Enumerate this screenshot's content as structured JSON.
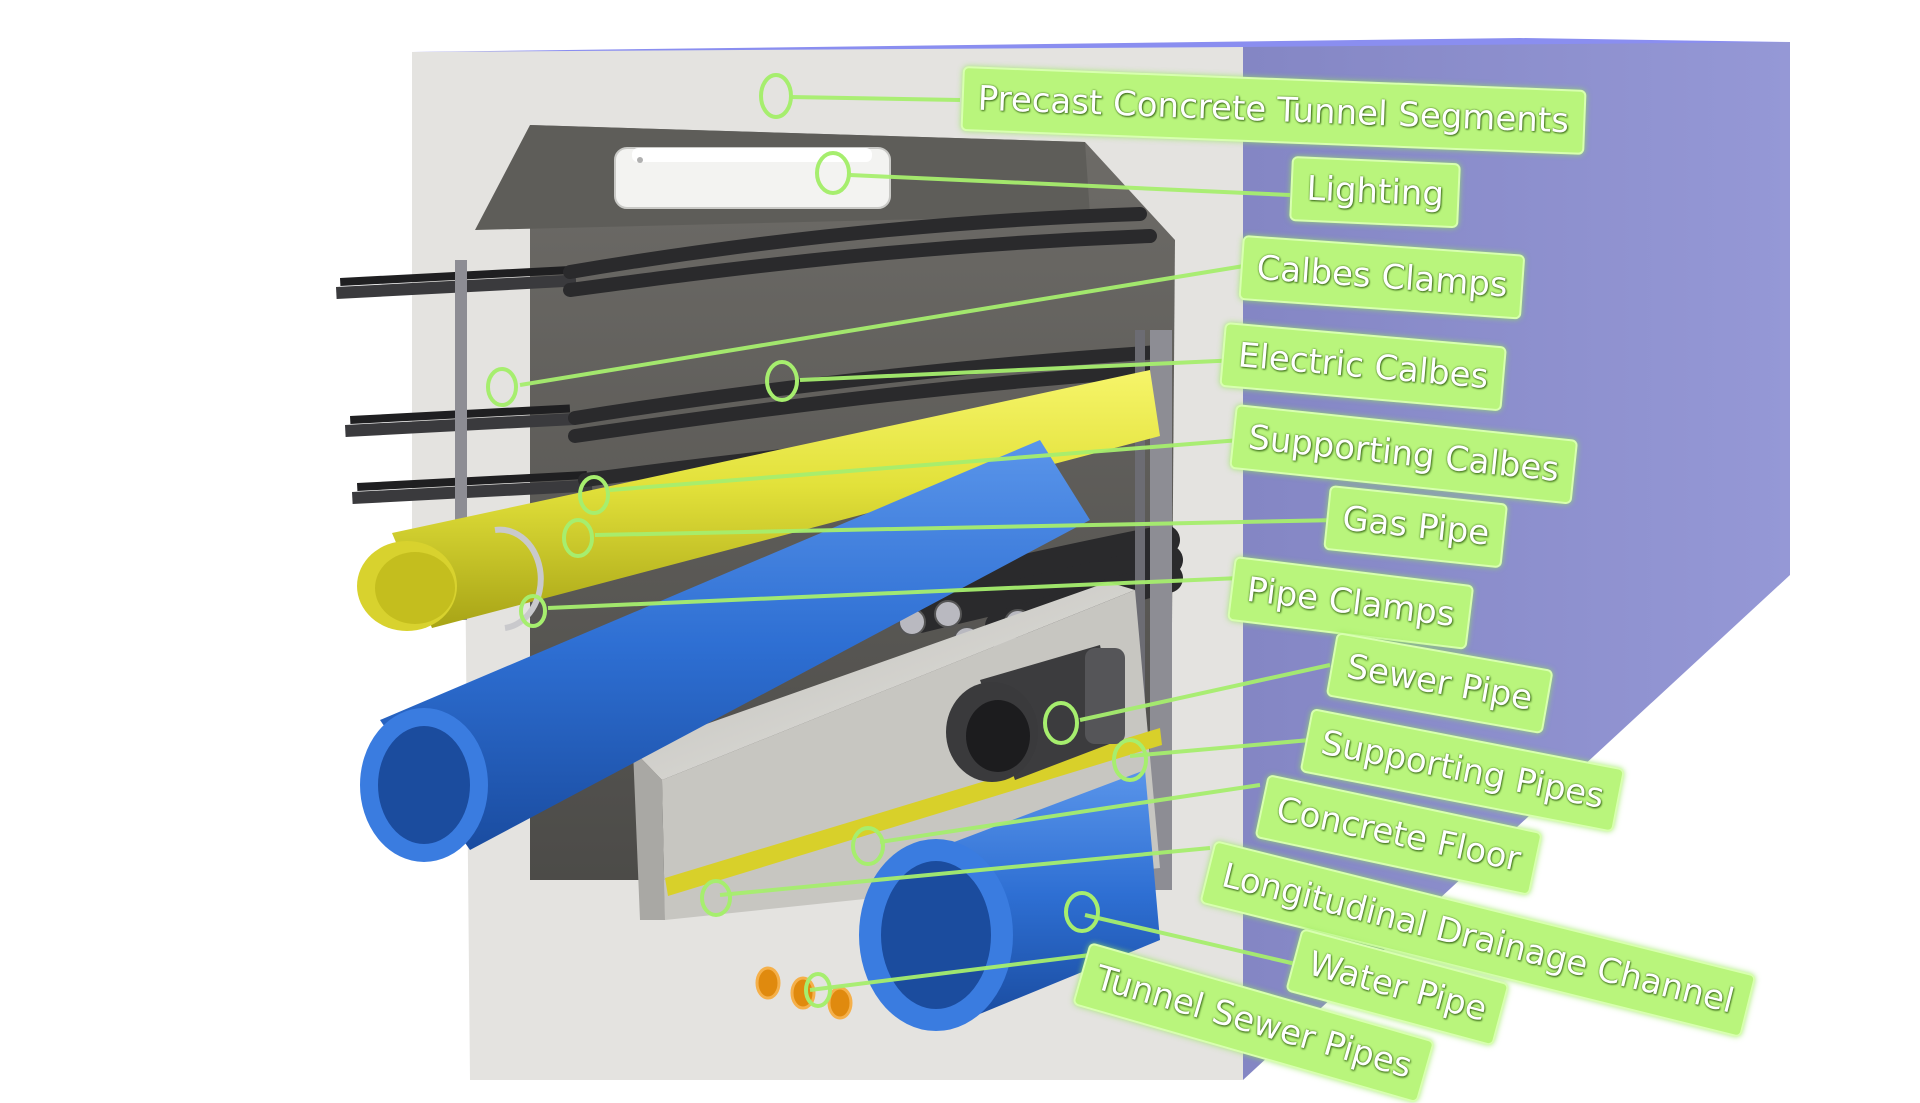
{
  "colors": {
    "callout_fill": "#b9f57c",
    "leader_line": "#a6ee6e",
    "concrete_front": "#e4e3e0",
    "concrete_side": "#8a8cc8",
    "concrete_top": "#8a8ef0",
    "gas_pipe": "#e5e43a",
    "water_pipe": "#2e6fd3",
    "sewer_pipe": "#3c3c3e",
    "drain_strip": "#d8d02a",
    "tunnel_sewer": "#e08a0e",
    "cable": "#2a2a2c",
    "steel": "#8d8d94"
  },
  "labels": {
    "precast": "Precast Concrete Tunnel Segments",
    "lighting": "Lighting",
    "cable_clamps": "Calbes Clamps",
    "electric_cables": "Electric Calbes",
    "supporting_cables": "Supporting Calbes",
    "gas_pipe": "Gas Pipe",
    "pipe_clamps": "Pipe Clamps",
    "sewer_pipe": "Sewer Pipe",
    "supporting_pipes": "Supporting Pipes",
    "concrete_floor": "Concrete Floor",
    "drainage_channel": "Longitudinal Drainage Channel",
    "water_pipe": "Water Pipe",
    "tunnel_sewer_pipes": "Tunnel Sewer Pipes"
  }
}
